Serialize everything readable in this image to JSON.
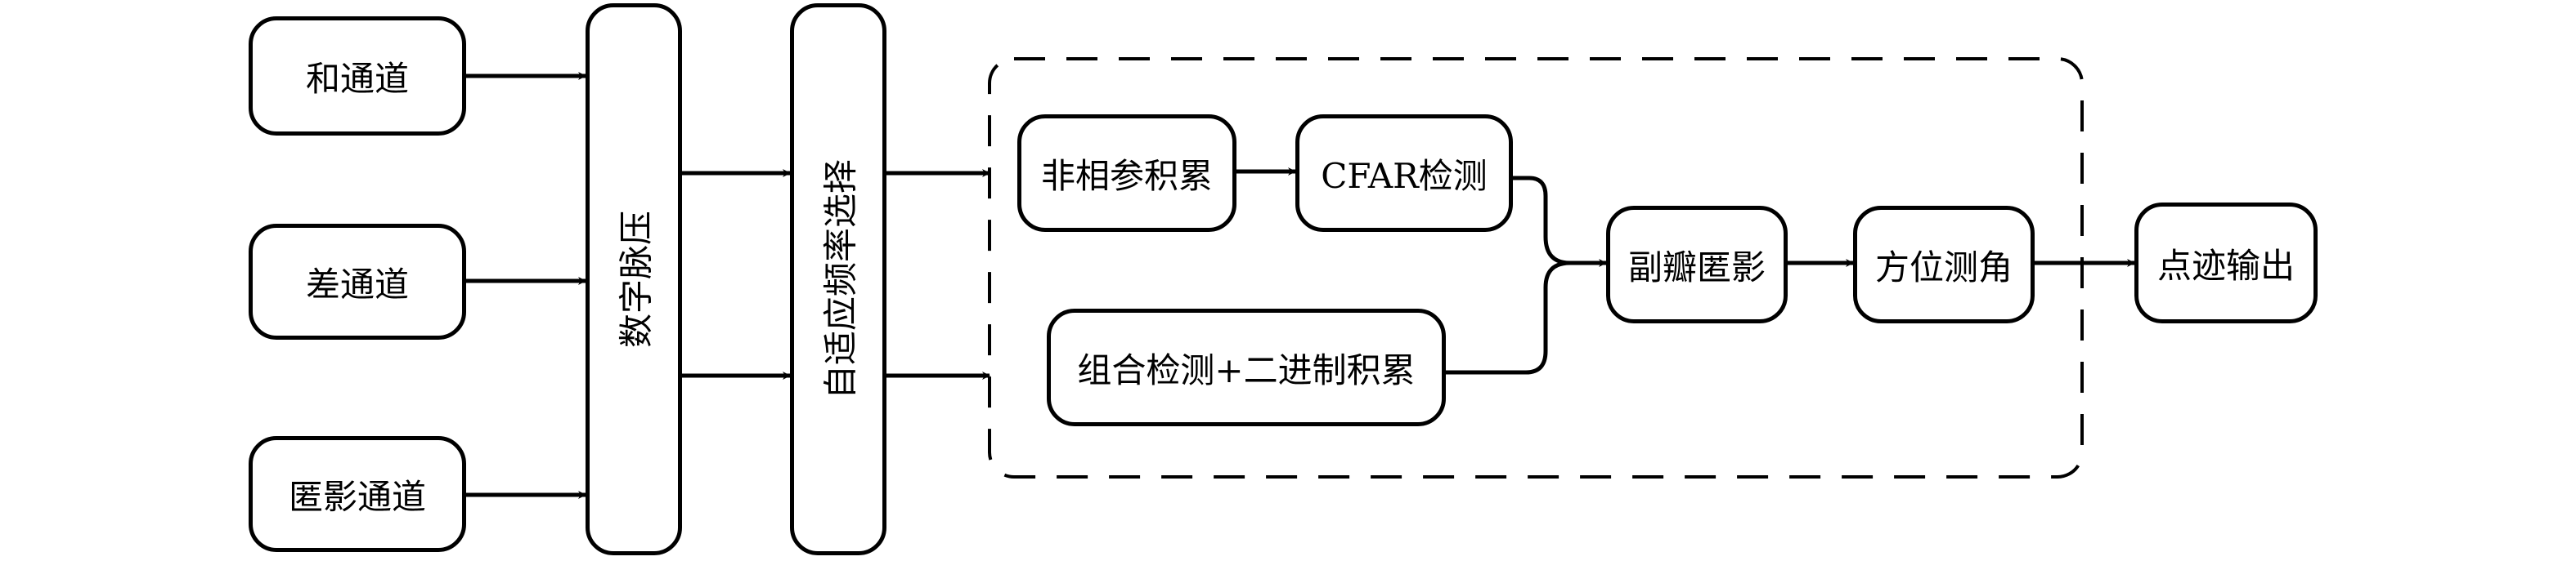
{
  "diagram": {
    "inputs": {
      "sum_channel": "和通道",
      "diff_channel": "差通道",
      "blanking_channel": "匿影通道"
    },
    "digital_pulse_compression": "数字脉压",
    "adaptive_frequency_selection": "自适应频率选择",
    "group": {
      "noncoherent_integration": "非相参积累",
      "cfar_detection": "CFAR检测",
      "combined_detection": "组合检测+二进制积累",
      "sidelobe_blanking": "副瓣匿影",
      "azimuth_measurement": "方位测角"
    },
    "output": "点迹输出"
  }
}
